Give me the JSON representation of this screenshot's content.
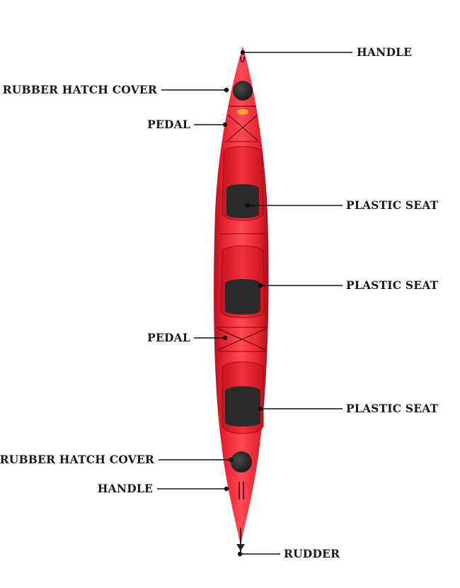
{
  "colors": {
    "hull": "#e8222f",
    "hull_highlight": "#ff5a63",
    "hull_shadow": "#b3121c",
    "cockpit": "#d91a27",
    "seat": "#2a2a2a",
    "hatch": "#262626",
    "leader": "#111111",
    "label": "#1a1a1a"
  },
  "labels": {
    "handle_bow": "HANDLE",
    "hatch_bow": "RUBBER HATCH COVER",
    "pedal_bow": "PEDAL",
    "seat_front": "PLASTIC SEAT",
    "seat_middle": "PLASTIC SEAT",
    "pedal_mid": "PEDAL",
    "seat_rear": "PLASTIC SEAT",
    "hatch_stern": "RUBBER HATCH COVER",
    "handle_stern": "HANDLE",
    "rudder": "RUDDER"
  },
  "icons": {
    "hatch": "hatch-cover-icon",
    "seat": "seat-icon"
  }
}
